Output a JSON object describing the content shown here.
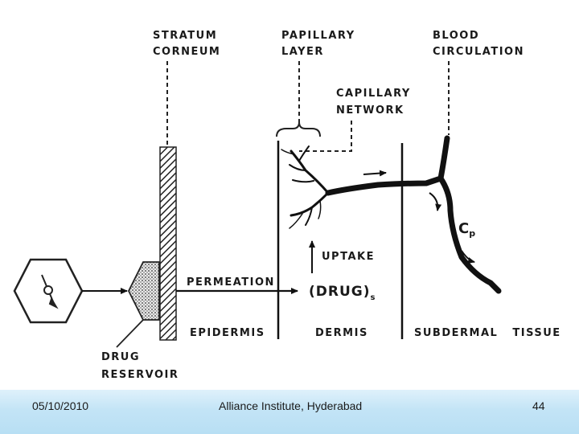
{
  "diagram": {
    "labels": {
      "stratum_1": "STRATUM",
      "stratum_2": "CORNEUM",
      "papillary_1": "PAPILLARY",
      "papillary_2": "LAYER",
      "blood_1": "BLOOD",
      "blood_2": "CIRCULATION",
      "capillary_1": "CAPILLARY",
      "capillary_2": "NETWORK",
      "uptake": "UPTAKE",
      "permeation": "PERMEATION",
      "drug_s": "(DRUG)",
      "drug_s_sub": "s",
      "cp": "C",
      "cp_sub": "p",
      "epidermis": "EPIDERMIS",
      "dermis": "DERMIS",
      "subdermal": "SUBDERMAL   TISSUE",
      "reservoir_1": "DRUG",
      "reservoir_2": "RESERVOIR"
    }
  },
  "footer": {
    "date": "05/10/2010",
    "institute": "Alliance Institute, Hyderabad",
    "page": "44"
  }
}
